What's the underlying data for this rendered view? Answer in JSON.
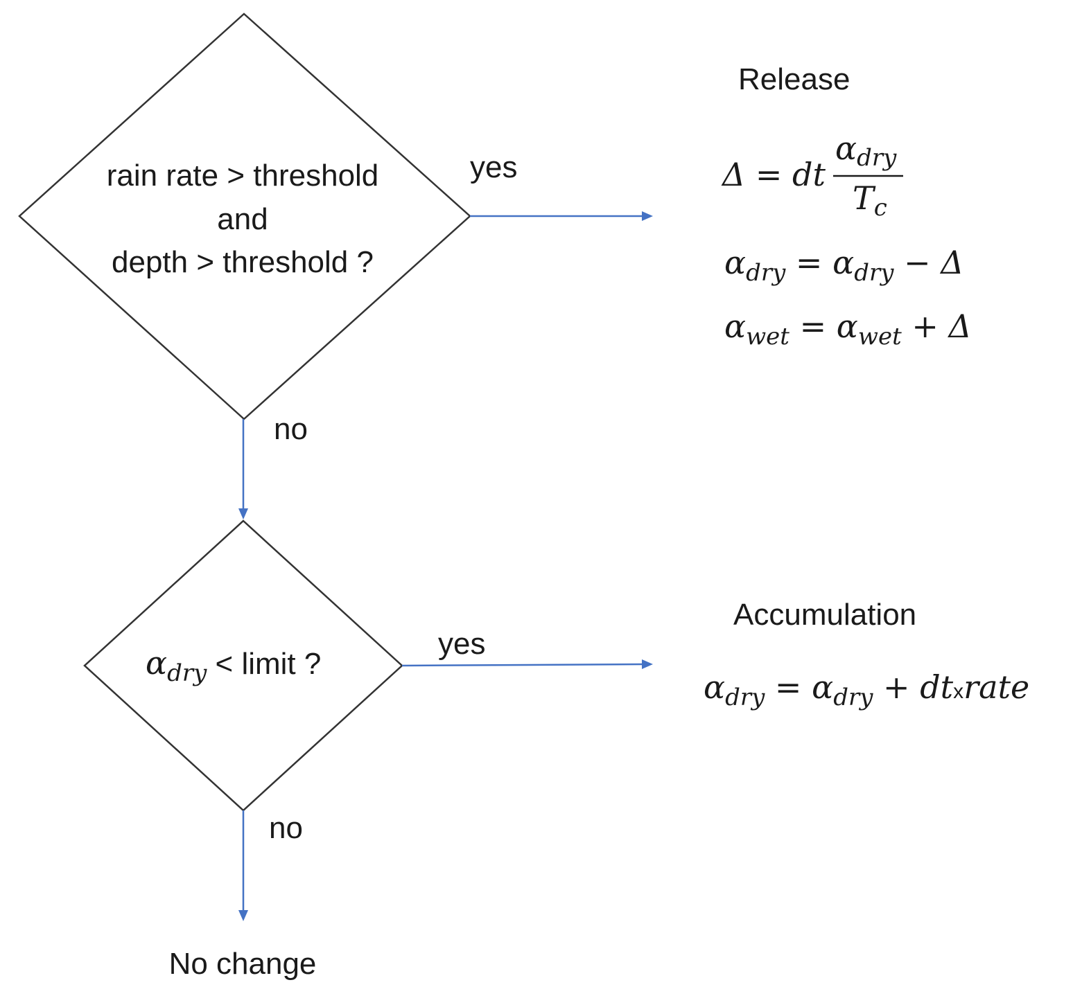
{
  "decision1": {
    "line1": "rain rate > threshold",
    "line2": "and",
    "line3": "depth > threshold ?"
  },
  "decision2": {
    "symbol": "α",
    "symbol_sub": "dry",
    "text": " < limit ?"
  },
  "edges": {
    "d1_yes": "yes",
    "d1_no": "no",
    "d2_yes": "yes",
    "d2_no": "no"
  },
  "release": {
    "title": "Release",
    "eq1": {
      "lhs": "Δ = ",
      "dt": "dt",
      "num": "α",
      "num_sub": "dry",
      "den": "T",
      "den_sub": "c"
    },
    "eq2": {
      "a": "α",
      "a_sub": "dry",
      "mid": " = ",
      "b": "α",
      "b_sub": "dry",
      "rest": " − Δ"
    },
    "eq3": {
      "a": "α",
      "a_sub": "wet",
      "mid": " = ",
      "b": "α",
      "b_sub": "wet",
      "rest": " + Δ"
    }
  },
  "accumulation": {
    "title": "Accumulation",
    "eq": {
      "a": "α",
      "a_sub": "dry",
      "mid": " = ",
      "b": "α",
      "b_sub": "dry",
      "plus": " + ",
      "dt": "dt",
      "times": "x",
      "rate": "rate"
    }
  },
  "no_change": "No change",
  "colors": {
    "arrow": "#4472c4",
    "outline": "#333333",
    "text": "#1a1a1a"
  }
}
